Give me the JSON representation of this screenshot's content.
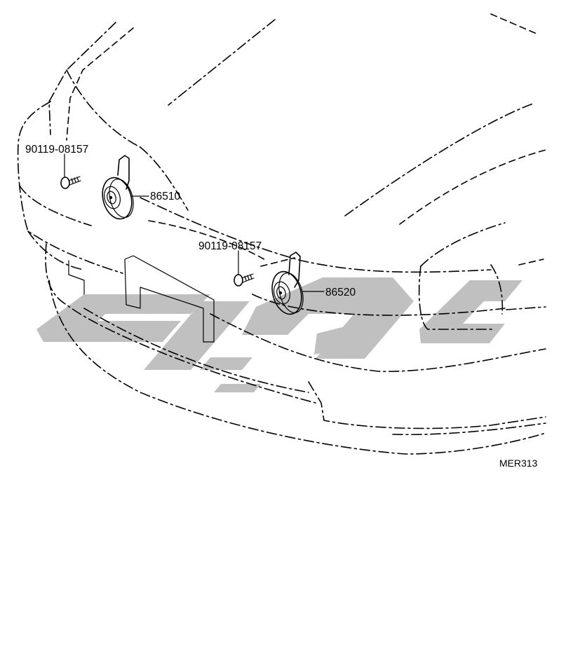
{
  "diagram": {
    "figure_code": "MER313",
    "parts": [
      {
        "number": "90119-08157"
      },
      {
        "number": "86510"
      },
      {
        "number": "90119-08157"
      },
      {
        "number": "86520"
      }
    ]
  }
}
